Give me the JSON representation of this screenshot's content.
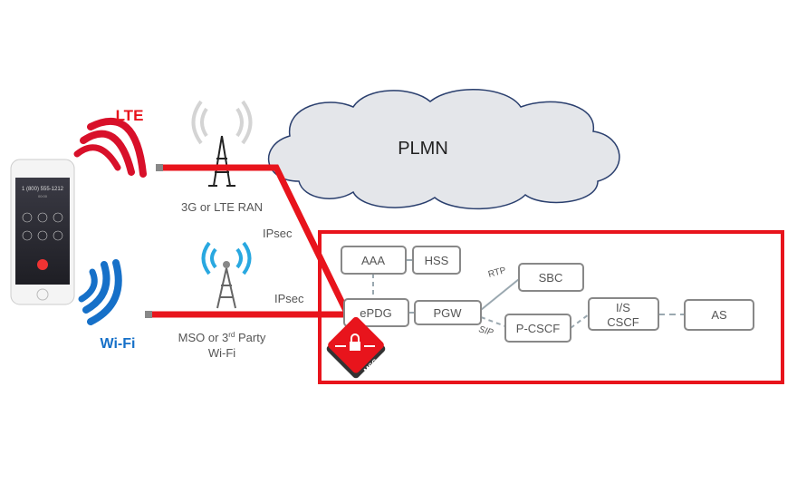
{
  "labels": {
    "lte": "LTE",
    "wifi": "Wi-Fi",
    "ran": "3G or LTE RAN",
    "mso_line1": "MSO or 3",
    "mso_sup": "rd",
    "mso_line1_end": " Party",
    "mso_line2": "Wi-Fi",
    "ipsec_top": "IPsec",
    "ipsec_bottom": "IPsec",
    "plmn": "PLMN",
    "rtp": "RTP",
    "sip": "SIP",
    "msg": "MSG"
  },
  "phone": {
    "number": "1 (800) 555-1212",
    "time": "00:00"
  },
  "nodes": {
    "aaa": "AAA",
    "hss": "HSS",
    "sbc": "SBC",
    "epdg": "ePDG",
    "pgw": "PGW",
    "pcscf": "P-CSCF",
    "iscscf_1": "I/S",
    "iscscf_2": "CSCF",
    "as": "AS"
  },
  "colors": {
    "accent_red": "#e8141c",
    "lte_red": "#d8102a",
    "wifi_blue": "#1670c8",
    "cloud": "#e4e6ea",
    "cloud_stroke": "#2a3f6e"
  }
}
